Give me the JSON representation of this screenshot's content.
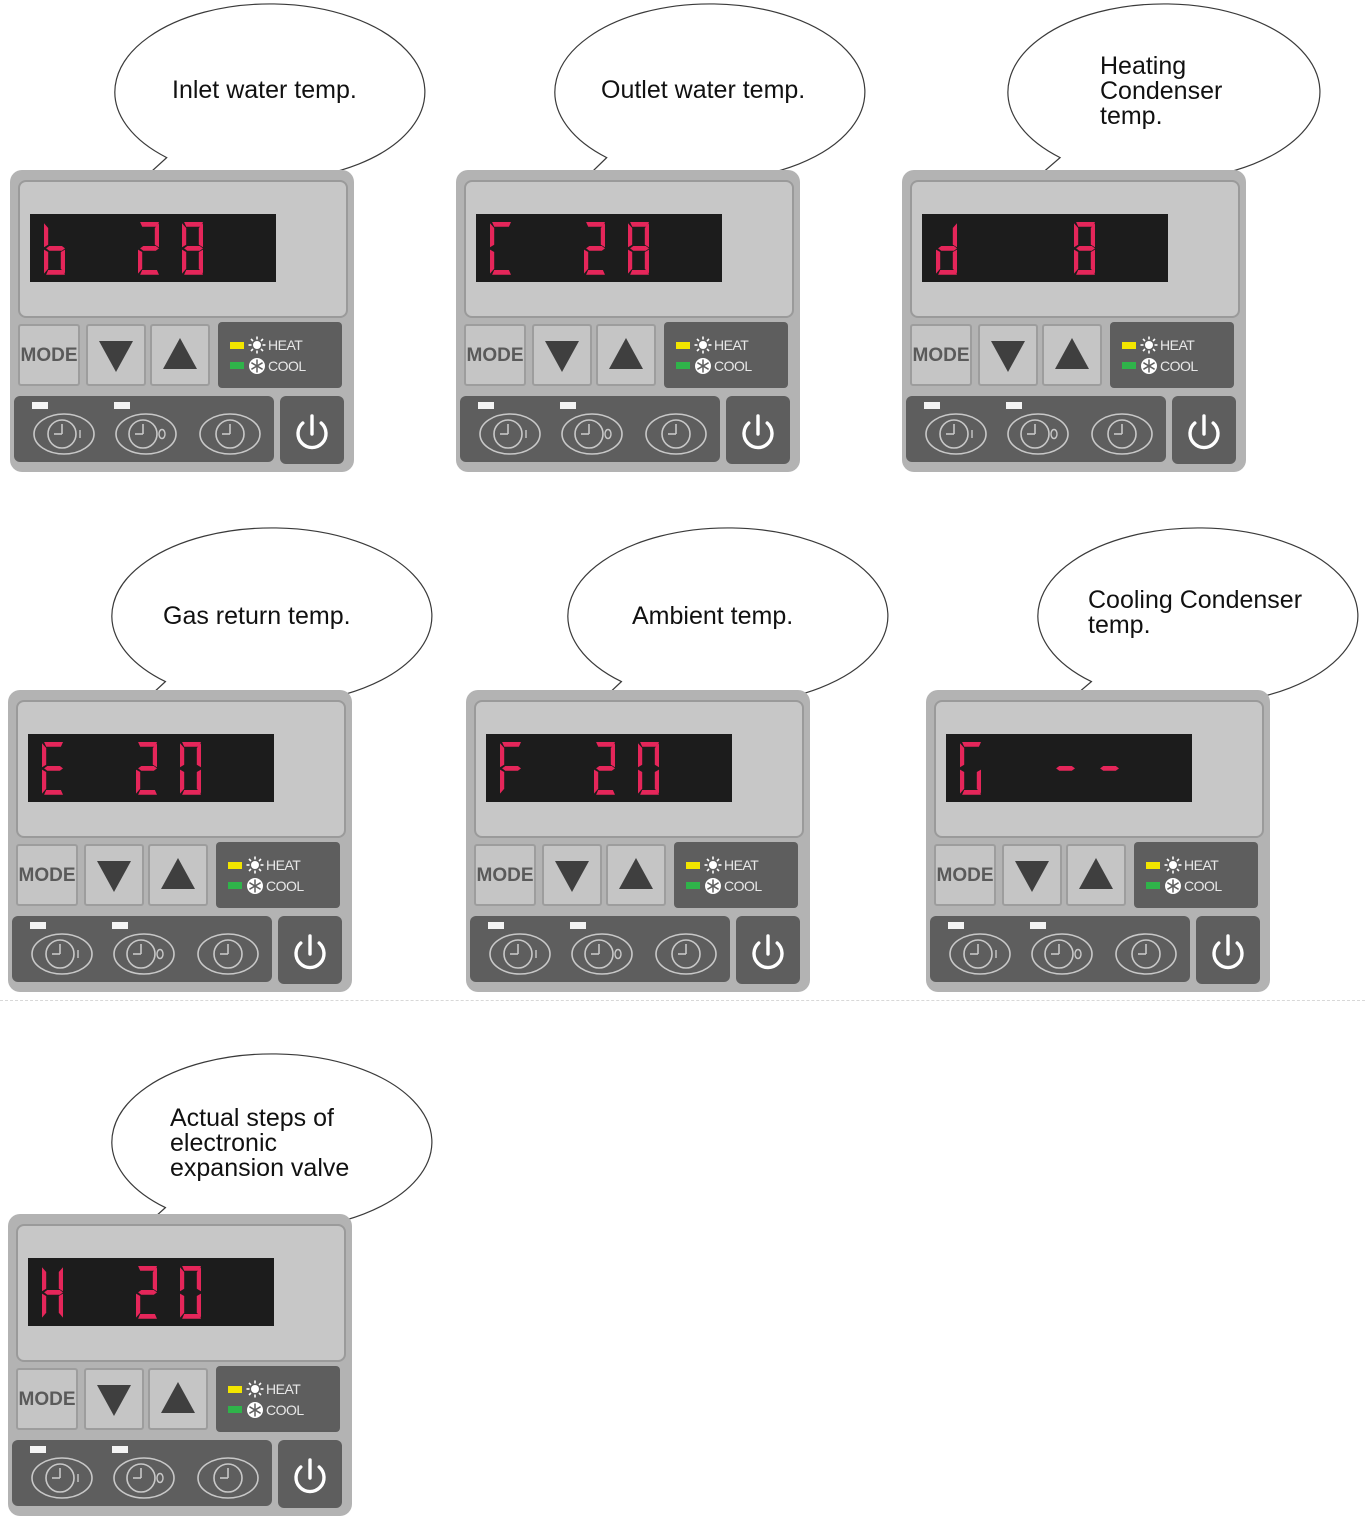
{
  "panels": [
    {
      "label": "Inlet water temp.",
      "code": "b",
      "value": "28"
    },
    {
      "label": "Outlet water temp.",
      "code": "C",
      "value": "28"
    },
    {
      "label": "Heating\nCondenser\ntemp.",
      "code": "d",
      "value": "8"
    },
    {
      "label": "Gas return temp.",
      "code": "E",
      "value": "20"
    },
    {
      "label": "Ambient temp.",
      "code": "F",
      "value": "20"
    },
    {
      "label": "Cooling Condenser\ntemp.",
      "code": "G",
      "value": "--"
    },
    {
      "label": "Actual steps of\nelectronic\nexpansion valve",
      "code": "H",
      "value": "20"
    }
  ],
  "controls": {
    "mode_label": "MODE",
    "heat_label": "HEAT",
    "cool_label": "COOL"
  },
  "icons": {
    "down": "down-arrow-icon",
    "up": "up-arrow-icon",
    "heat": "sun-icon",
    "cool": "snowflake-icon",
    "timer_on": "clock-on-icon",
    "timer_off": "clock-off-icon",
    "clock": "clock-icon",
    "power": "power-icon"
  },
  "colors": {
    "segment": "#e5265a",
    "lcd_background": "#1c1c1c",
    "panel": "#b3b3b3",
    "dark_panel": "#5e5e5e",
    "heat_led": "#f2e500",
    "cool_led": "#2fb34a"
  }
}
